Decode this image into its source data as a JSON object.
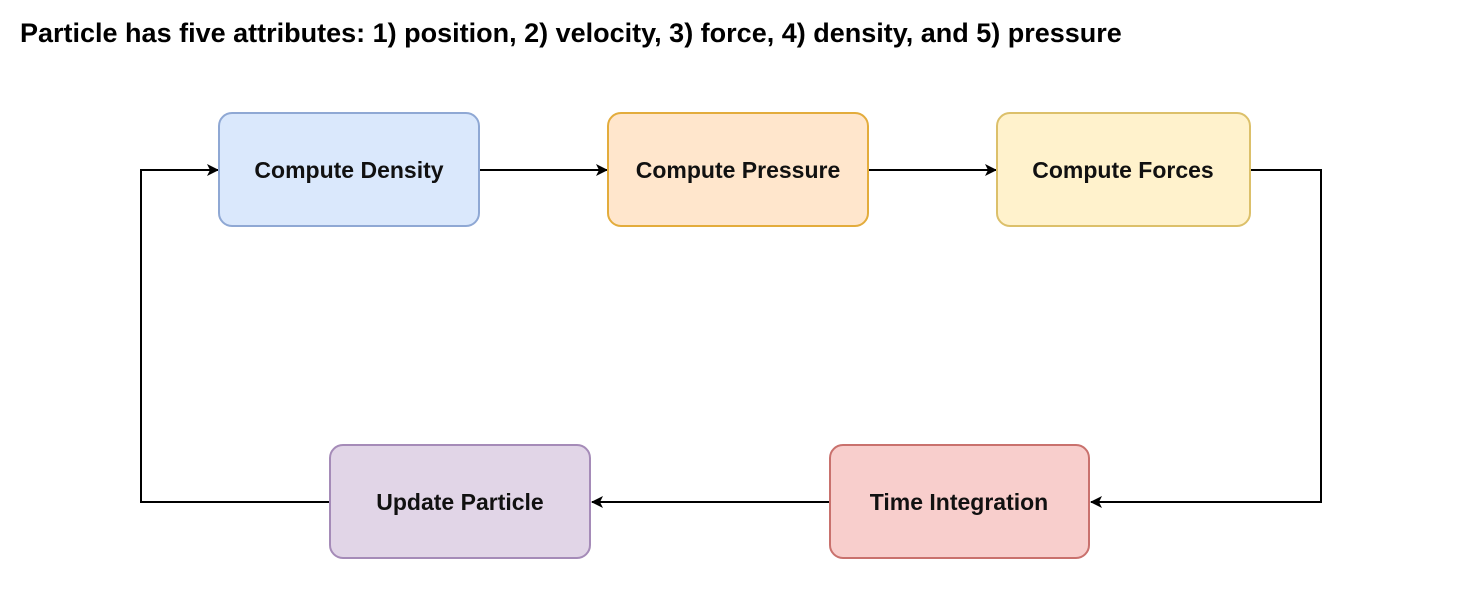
{
  "title": "Particle has five attributes: 1) position, 2) velocity, 3) force, 4) density, and 5) pressure",
  "nodes": [
    {
      "id": "compute-density",
      "label": "Compute Density",
      "fill": "#dae8fc",
      "stroke": "#8fa8d4"
    },
    {
      "id": "compute-pressure",
      "label": "Compute Pressure",
      "fill": "#ffe6cc",
      "stroke": "#e3ac3c"
    },
    {
      "id": "compute-forces",
      "label": "Compute Forces",
      "fill": "#fff2cc",
      "stroke": "#dcc06a"
    },
    {
      "id": "time-integration",
      "label": "Time Integration",
      "fill": "#f8cecc",
      "stroke": "#c9716d"
    },
    {
      "id": "update-particle",
      "label": "Update Particle",
      "fill": "#e1d5e7",
      "stroke": "#a58bb8"
    }
  ],
  "edges": [
    {
      "from": "compute-density",
      "to": "compute-pressure"
    },
    {
      "from": "compute-pressure",
      "to": "compute-forces"
    },
    {
      "from": "compute-forces",
      "to": "time-integration"
    },
    {
      "from": "time-integration",
      "to": "update-particle"
    },
    {
      "from": "update-particle",
      "to": "compute-density"
    }
  ]
}
